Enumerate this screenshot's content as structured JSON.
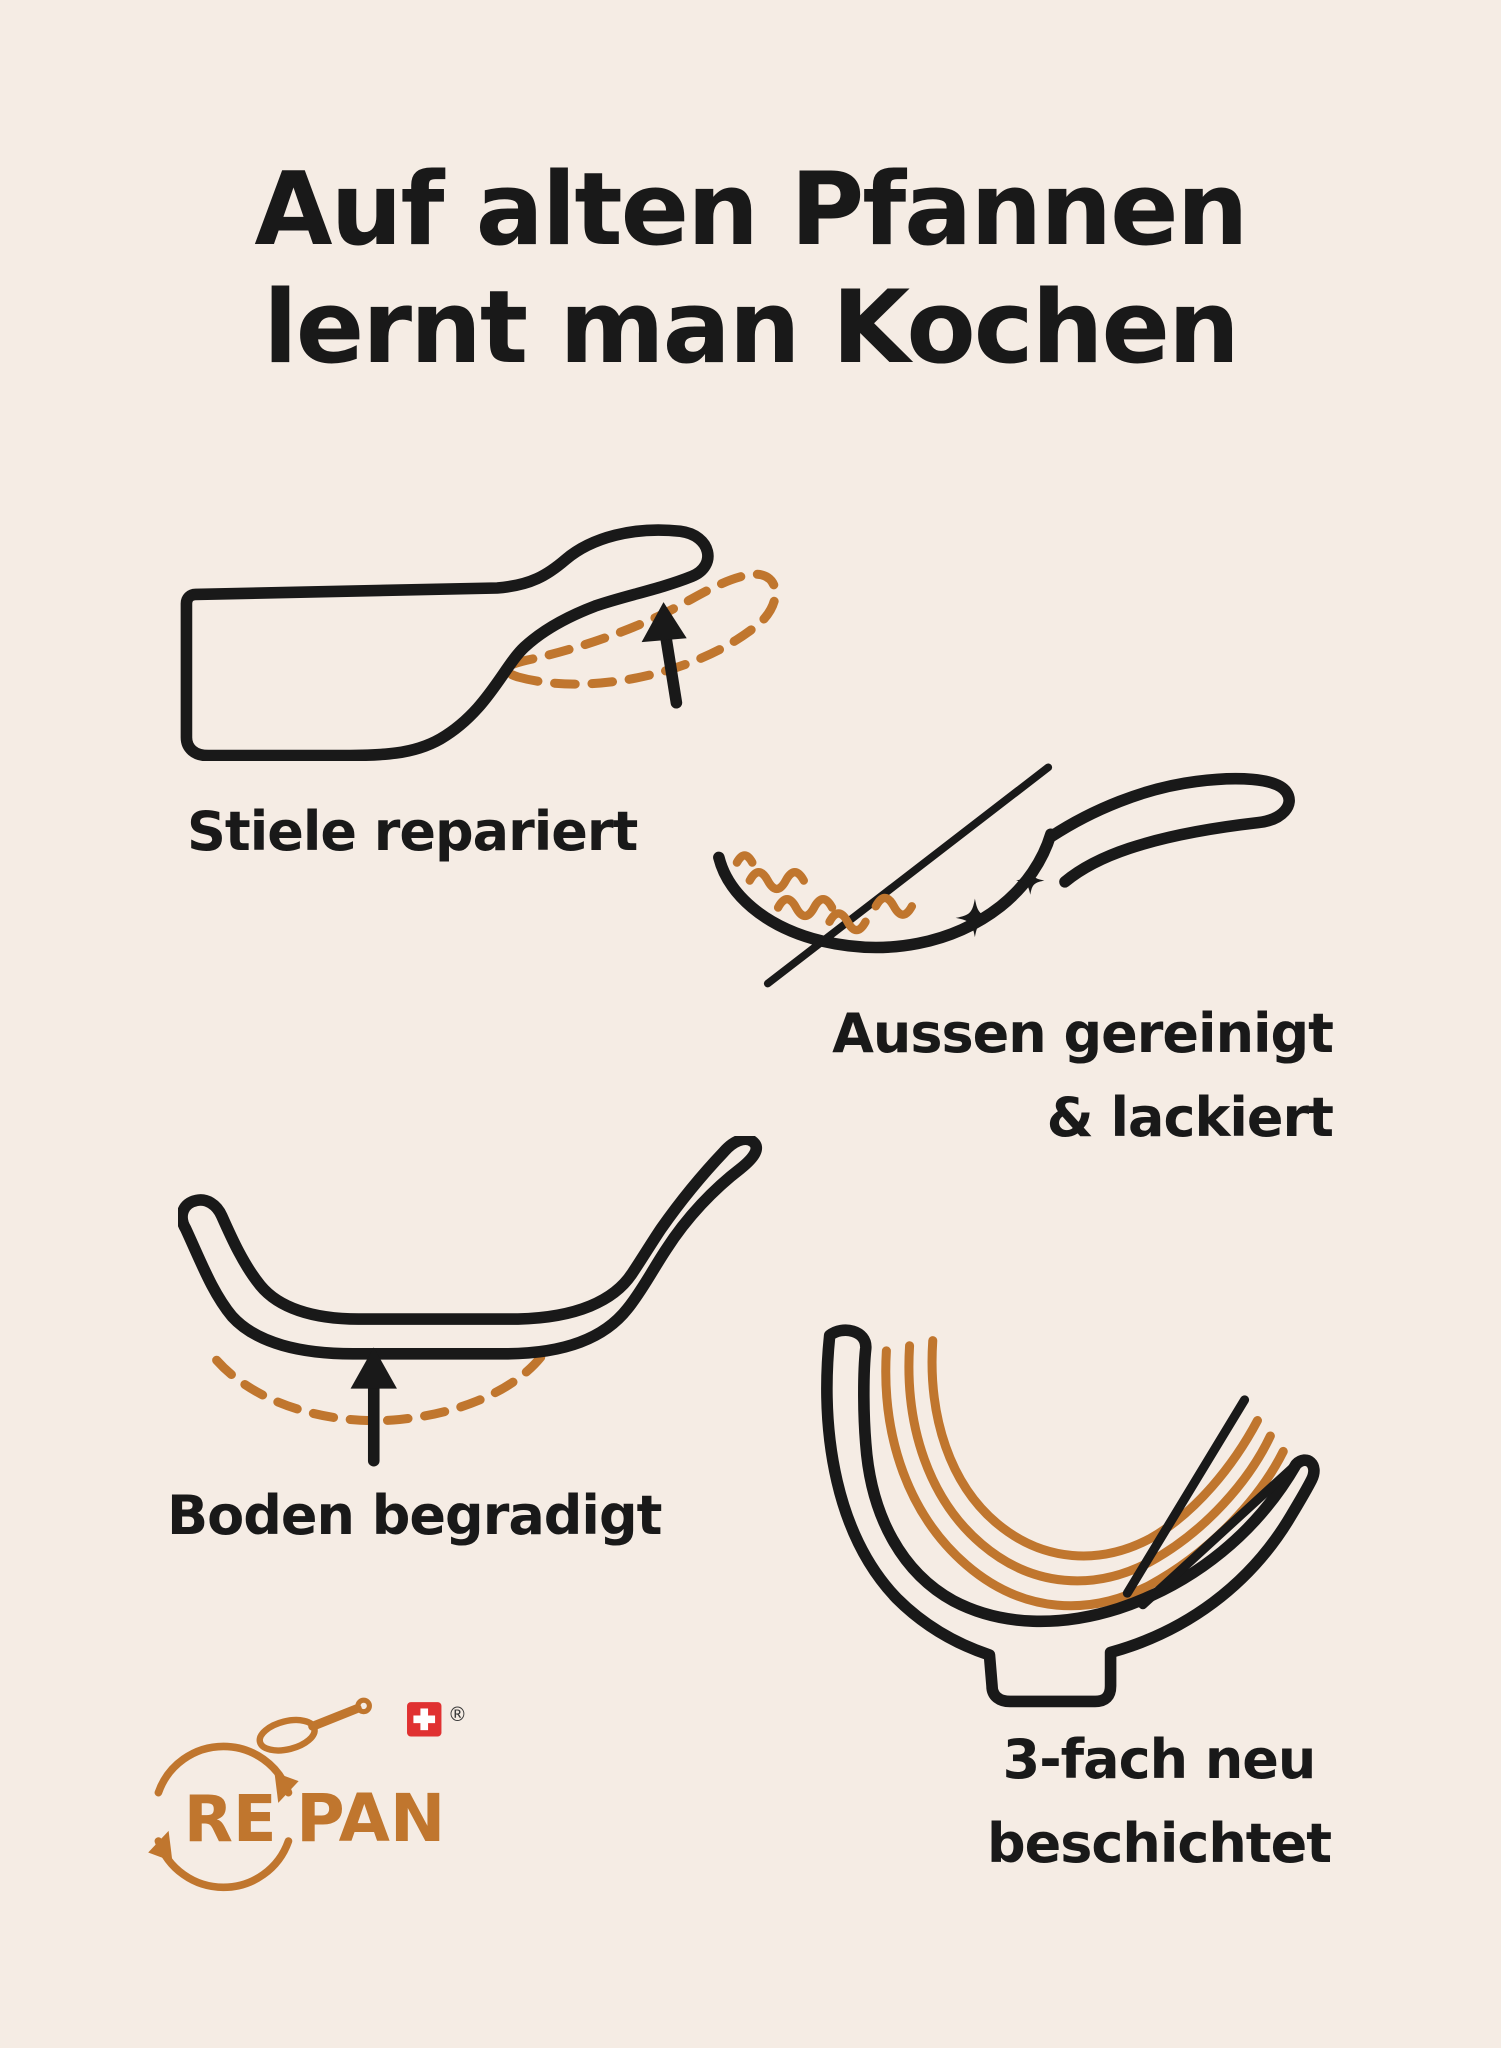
{
  "poster": {
    "colors": {
      "background": "#f5ece4",
      "ink": "#191919",
      "accent": "#c0762e",
      "flag_red": "#e03131"
    },
    "title": {
      "line1": "Auf alten Pfannen",
      "line2": "lernt man Kochen"
    },
    "steps": [
      {
        "id": "handle-repaired",
        "icon": "pan-handle-repaired-icon",
        "label": "Stiele repariert"
      },
      {
        "id": "outside-cleaned",
        "icon": "pan-cleaned-lacquered-icon",
        "label_line1": "Aussen gereinigt",
        "label_line2": "& lackiert"
      },
      {
        "id": "base-flattened",
        "icon": "pan-base-flattened-icon",
        "label": "Boden begradigt"
      },
      {
        "id": "recoated",
        "icon": "pan-recoated-layers-icon",
        "label_line1": "3-fach neu",
        "label_line2": "beschichtet"
      }
    ],
    "logo": {
      "part1": "RE",
      "part2": "PAN",
      "registered": "®",
      "icons": [
        "recycle-arrows-icon",
        "logo-pan-icon",
        "swiss-flag-icon"
      ]
    }
  }
}
